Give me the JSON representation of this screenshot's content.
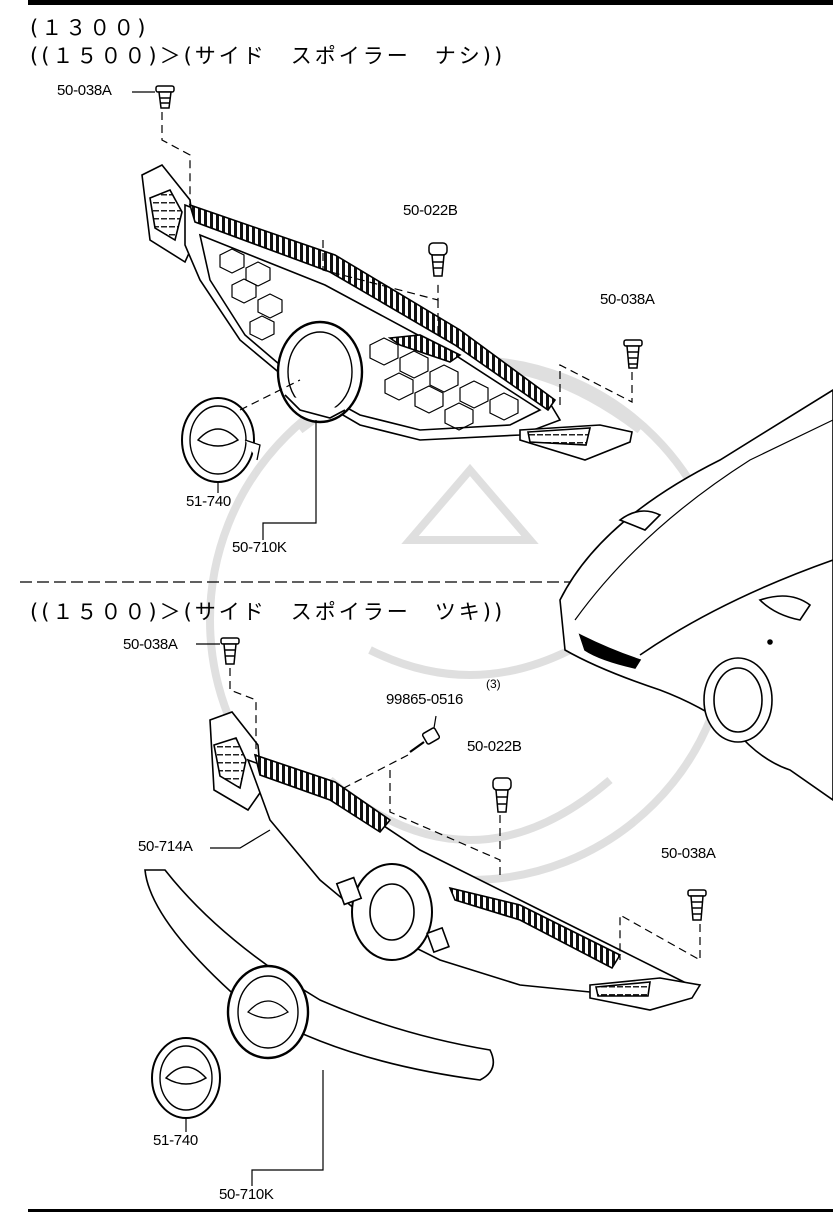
{
  "sections": [
    {
      "header_line1": "(１３００)",
      "header_line2": "((１５００)＞(サイド　スポイラー　ナシ))",
      "callouts": {
        "bolt_top_left": "50-038A",
        "clip_center": "50-022B",
        "bolt_right": "50-038A",
        "emblem": "51-740",
        "grille_assy": "50-710K"
      }
    },
    {
      "header_line1": "((１５００)＞(サイド　スポイラー　ツキ))",
      "callouts": {
        "bolt_top_left": "50-038A",
        "screw": "99865-0516",
        "screw_qty": "(3)",
        "clip_center": "50-022B",
        "bracket": "50-714A",
        "bolt_right": "50-038A",
        "emblem": "51-740",
        "grille_assy": "50-710K"
      }
    }
  ]
}
